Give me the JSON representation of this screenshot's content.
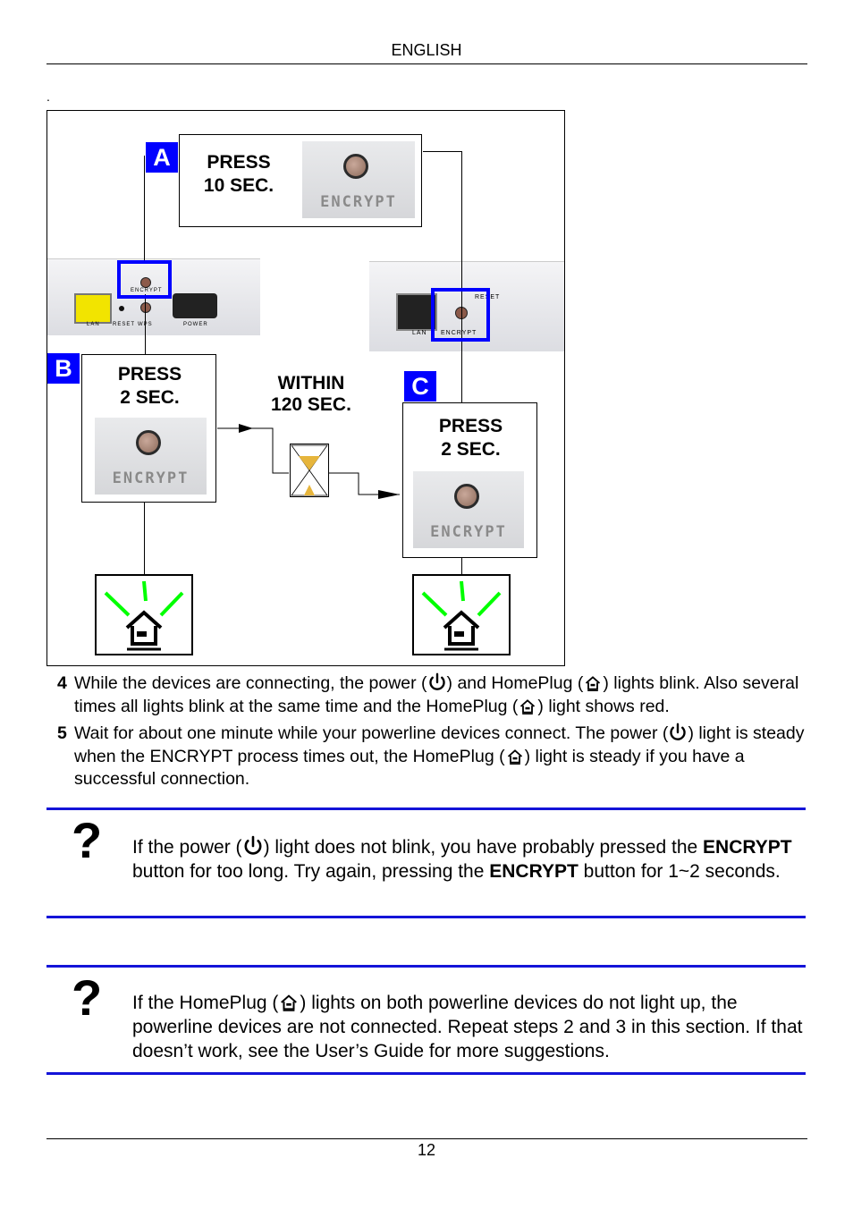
{
  "header": {
    "language": "ENGLISH"
  },
  "stray_mark": ".",
  "figure": {
    "step_a": {
      "letter": "A",
      "instruction": "PRESS\n10 SEC.",
      "button_label": "ENCRYPT"
    },
    "step_b": {
      "letter": "B",
      "instruction": "PRESS\n2 SEC.",
      "button_label": "ENCRYPT"
    },
    "step_c": {
      "letter": "C",
      "instruction": "PRESS\n2 SEC.",
      "button_label": "ENCRYPT"
    },
    "timer_text": "WITHIN\n120 SEC.",
    "device_left_labels": {
      "encrypt": "ENCRYPT",
      "lan": "LAN",
      "reset": "RESET",
      "wps": "WPS",
      "power": "POWER"
    },
    "device_right_labels": {
      "reset": "RESET",
      "lan": "LAN",
      "encrypt": "ENCRYPT"
    },
    "colors": {
      "step_blue": "#0000ff",
      "light_green": "#00ff00"
    }
  },
  "steps": [
    {
      "number": "4",
      "p1": "While the devices are connecting, the power (",
      "p2": ") and HomePlug (",
      "p3": ") lights blink. Also several times all lights blink at the same time and the HomePlug (",
      "p4": ") light shows red."
    },
    {
      "number": "5",
      "p1": "Wait for about one minute while your powerline devices connect. The power (",
      "p2": ") light is steady when the ENCRYPT process times out, the HomePlug (",
      "p3": ") light is steady if you have a successful connection."
    }
  ],
  "notes": [
    {
      "icon": "question-mark-icon",
      "p1": "If the power (",
      "p2": ") light does not blink, you have probably pressed the ",
      "b1": "ENCRYPT",
      "p3": " button for too long. Try again, pressing the ",
      "b2": "ENCRYPT",
      "p4": " button for 1~2 seconds."
    },
    {
      "icon": "question-mark-icon",
      "p1": "If the HomePlug (",
      "p2": ") lights on both powerline devices do not light up, the powerline devices are not connected. Repeat steps 2 and 3 in this section. If that doesn’t work, see the User’s Guide for more suggestions."
    }
  ],
  "footer": {
    "page_number": "12"
  }
}
